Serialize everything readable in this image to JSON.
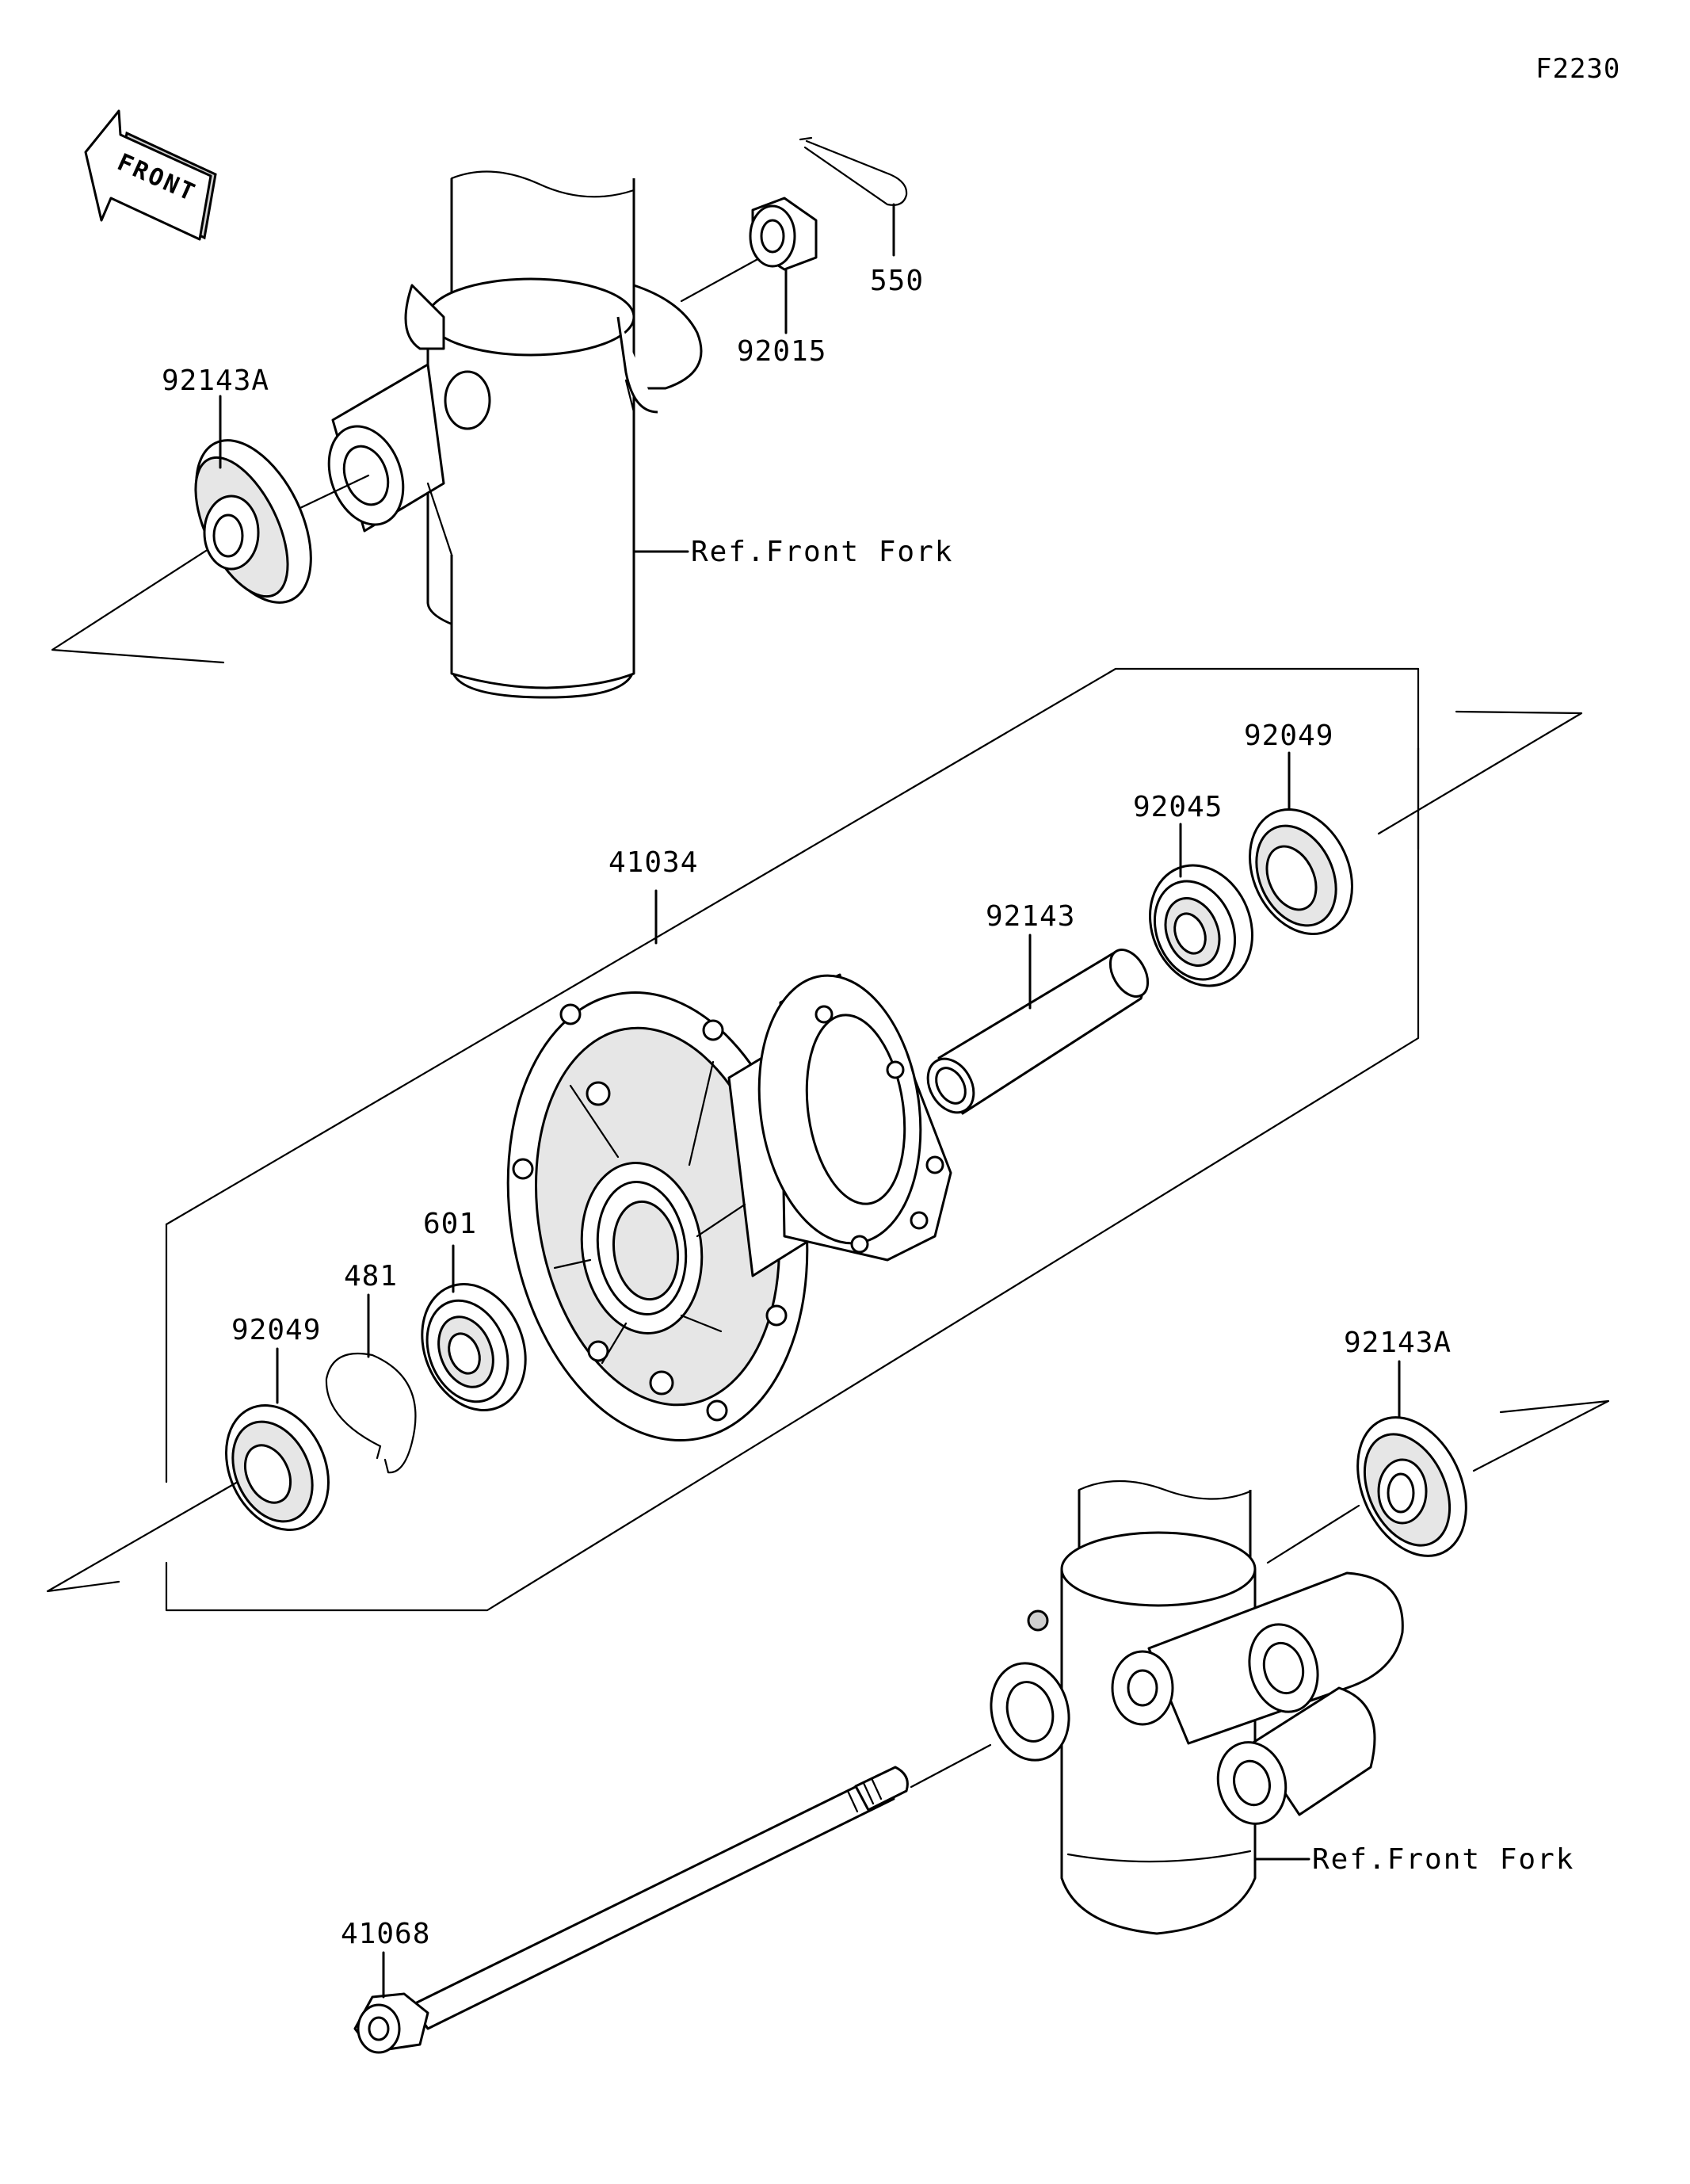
{
  "diagram_code": "F2230",
  "front_arrow_label": "FRONT",
  "parts": {
    "cotter_pin": "550",
    "axle_nut": "92015",
    "collar_left_top": "92143A",
    "hub": "41034",
    "oil_seal_right": "92049",
    "bearing_right": "92045",
    "spacer": "92143",
    "bearing_left": "601",
    "circlip": "481",
    "oil_seal_left": "92049",
    "collar_right": "92143A",
    "axle": "41068"
  },
  "references": {
    "front_fork_top": "Ref.Front Fork",
    "front_fork_bottom": "Ref.Front Fork"
  }
}
